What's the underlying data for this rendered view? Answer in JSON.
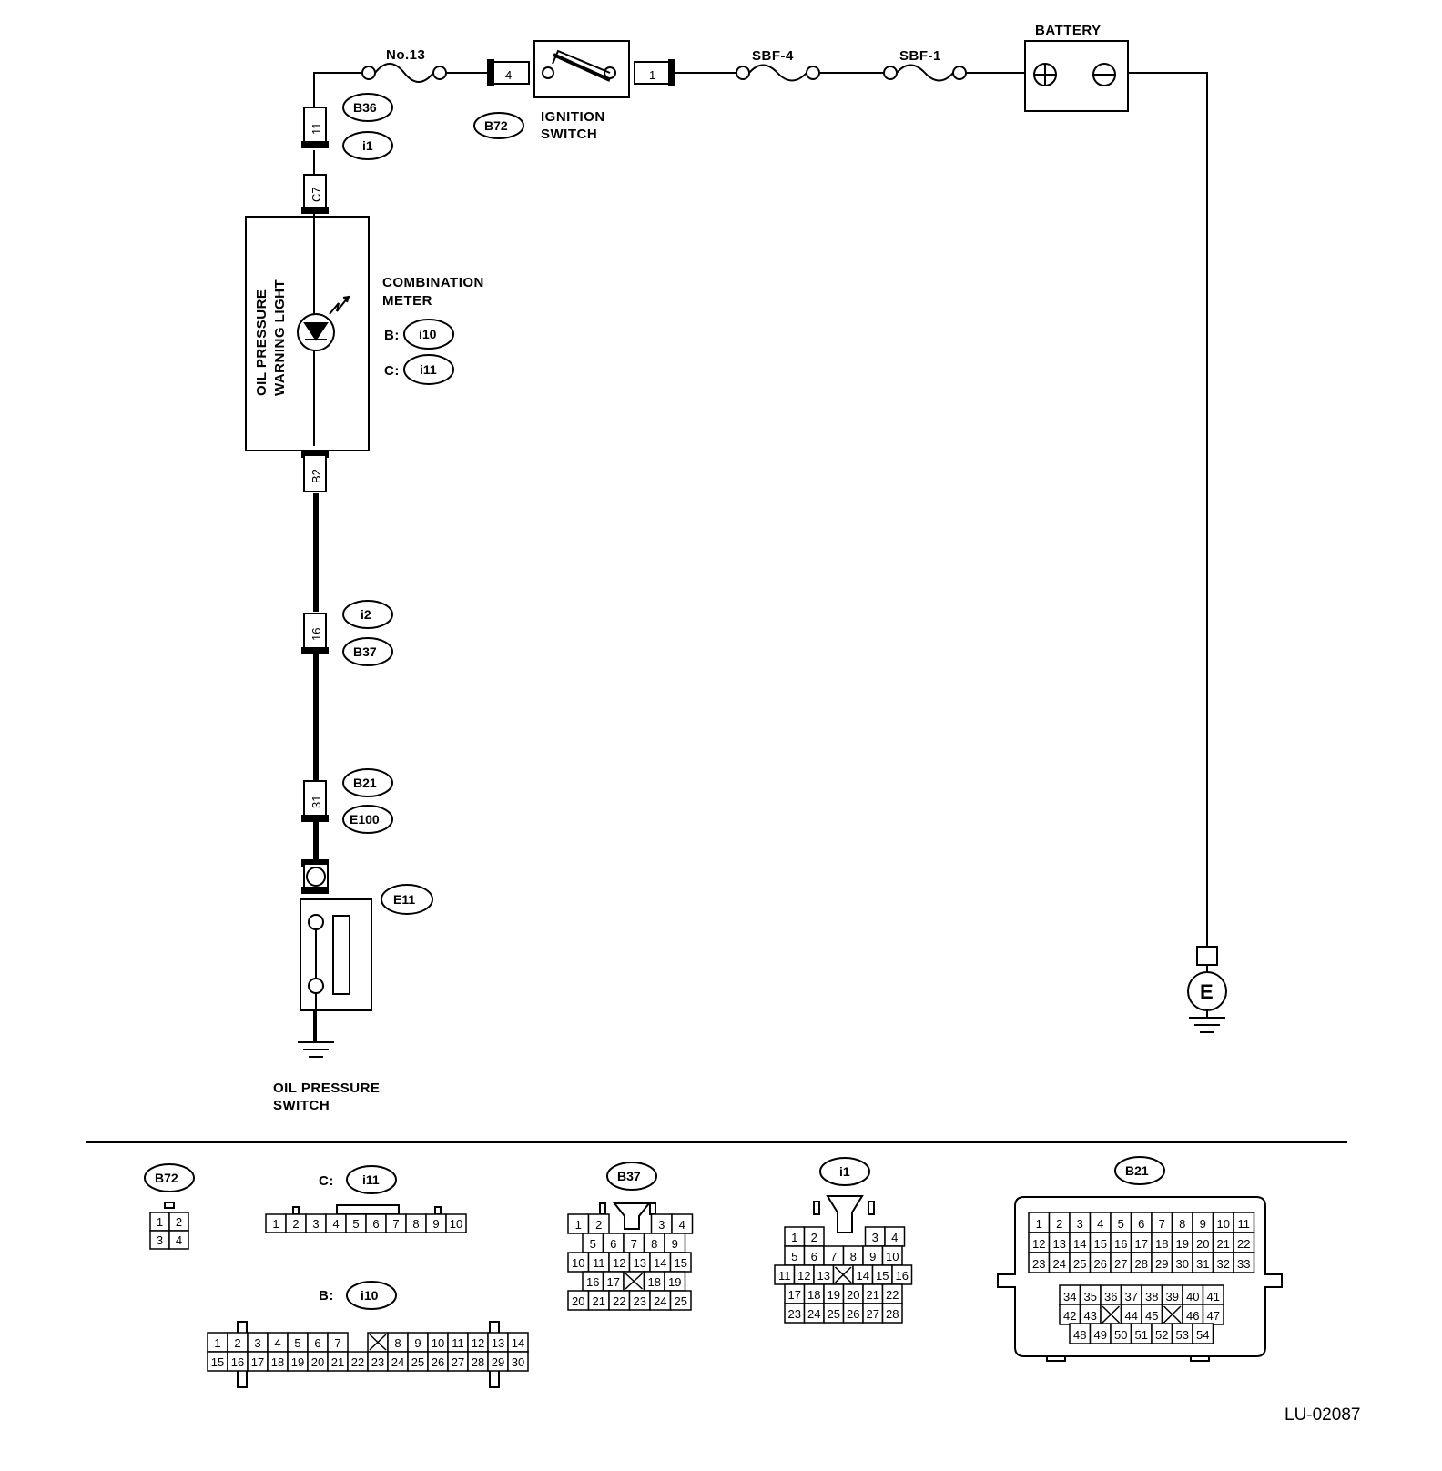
{
  "labels": {
    "battery": "BATTERY",
    "fuse_no13": "No.13",
    "sbf4": "SBF-4",
    "sbf1": "SBF-1",
    "ignition_line1": "IGNITION",
    "ignition_line2": "SWITCH",
    "combination_line1": "COMBINATION",
    "combination_line2": "METER",
    "warning_line1": "OIL PRESSURE",
    "warning_line2": "WARNING LIGHT",
    "oil_switch_line1": "OIL PRESSURE",
    "oil_switch_line2": "SWITCH",
    "ground_e": "E",
    "prefix_b": "B:",
    "prefix_c": "C:",
    "figure_code": "LU-02087"
  },
  "connectors": {
    "b72": "B72",
    "b36": "B36",
    "i1": "i1",
    "c7": "C7",
    "i10": "i10",
    "i11": "i11",
    "b2": "B2",
    "i2": "i2",
    "b37": "B37",
    "b21": "B21",
    "e100": "E100",
    "e11": "E11"
  },
  "pins": {
    "ign_in": "4",
    "ign_out": "1",
    "p11": "11",
    "p16": "16",
    "p31": "31"
  },
  "connector_views": {
    "b72": "B72",
    "i11_prefix": "C:",
    "i11": "i11",
    "b37": "B37",
    "i1": "i1",
    "b21": "B21",
    "i10_prefix": "B:",
    "i10": "i10"
  },
  "pinouts": {
    "b72": [
      [
        "1",
        "2"
      ],
      [
        "3",
        "4"
      ]
    ],
    "i11": [
      [
        "1",
        "2",
        "3",
        "4",
        "5",
        "6",
        "7",
        "8",
        "9",
        "10"
      ]
    ],
    "i10": [
      [
        "1",
        "2",
        "3",
        "4",
        "5",
        "6",
        "7",
        "",
        "",
        "8",
        "9",
        "10",
        "11",
        "12",
        "13",
        "14"
      ],
      [
        "15",
        "16",
        "17",
        "18",
        "19",
        "20",
        "21",
        "22",
        "23",
        "24",
        "25",
        "26",
        "27",
        "28",
        "29",
        "30"
      ]
    ],
    "b37": [
      [
        "1",
        "2",
        "",
        "3",
        "4"
      ],
      [
        "5",
        "6",
        "7",
        "8",
        "9"
      ],
      [
        "10",
        "11",
        "12",
        "13",
        "14",
        "15"
      ],
      [
        "16",
        "17",
        "",
        "18",
        "19"
      ],
      [
        "20",
        "21",
        "22",
        "23",
        "24",
        "25"
      ]
    ],
    "i1": [
      [
        "1",
        "2",
        "",
        "3",
        "4"
      ],
      [
        "5",
        "6",
        "7",
        "8",
        "9",
        "10"
      ],
      [
        "11",
        "12",
        "13",
        "",
        "14",
        "15",
        "16"
      ],
      [
        "17",
        "18",
        "19",
        "20",
        "21",
        "22"
      ],
      [
        "23",
        "24",
        "25",
        "26",
        "27",
        "28"
      ]
    ],
    "b21": [
      [
        "1",
        "2",
        "3",
        "4",
        "5",
        "6",
        "7",
        "8",
        "9",
        "10",
        "11"
      ],
      [
        "12",
        "13",
        "14",
        "15",
        "16",
        "17",
        "18",
        "19",
        "20",
        "21",
        "22"
      ],
      [
        "23",
        "24",
        "25",
        "26",
        "27",
        "28",
        "29",
        "30",
        "31",
        "32",
        "33"
      ],
      [
        "34",
        "35",
        "36",
        "37",
        "38",
        "39",
        "40",
        "41"
      ],
      [
        "42",
        "43",
        "",
        "44",
        "45",
        "",
        "46",
        "47"
      ],
      [
        "48",
        "49",
        "50",
        "51",
        "52",
        "53",
        "54"
      ]
    ]
  }
}
